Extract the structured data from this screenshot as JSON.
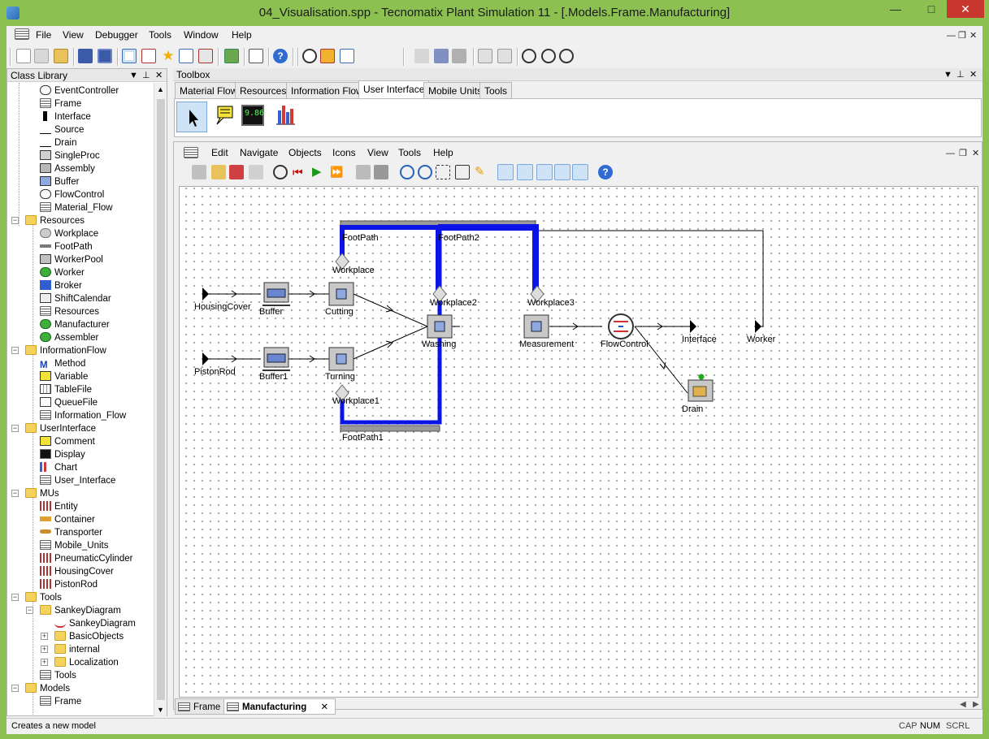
{
  "window": {
    "title": "04_Visualisation.spp - Tecnomatix Plant Simulation 11 - [.Models.Frame.Manufacturing]"
  },
  "menu": [
    "File",
    "View",
    "Debugger",
    "Tools",
    "Window",
    "Help"
  ],
  "class_library": {
    "header": "Class Library",
    "items": [
      {
        "label": "EventController",
        "level": 2,
        "icon": "event-controller-icon"
      },
      {
        "label": "Frame",
        "level": 2,
        "icon": "frame-icon"
      },
      {
        "label": "Interface",
        "level": 2,
        "icon": "interface-icon"
      },
      {
        "label": "Source",
        "level": 2,
        "icon": "source-icon"
      },
      {
        "label": "Drain",
        "level": 2,
        "icon": "drain-icon"
      },
      {
        "label": "SingleProc",
        "level": 2,
        "icon": "singleproc-icon"
      },
      {
        "label": "Assembly",
        "level": 2,
        "icon": "assembly-icon"
      },
      {
        "label": "Buffer",
        "level": 2,
        "icon": "buffer-icon"
      },
      {
        "label": "FlowControl",
        "level": 2,
        "icon": "flowcontrol-icon"
      },
      {
        "label": "Material_Flow",
        "level": 2,
        "icon": "frame-icon"
      },
      {
        "label": "Resources",
        "level": 1,
        "icon": "folder-icon",
        "expander": "−"
      },
      {
        "label": "Workplace",
        "level": 2,
        "icon": "workplace-icon"
      },
      {
        "label": "FootPath",
        "level": 2,
        "icon": "footpath-icon"
      },
      {
        "label": "WorkerPool",
        "level": 2,
        "icon": "workerpool-icon"
      },
      {
        "label": "Worker",
        "level": 2,
        "icon": "worker-icon"
      },
      {
        "label": "Broker",
        "level": 2,
        "icon": "broker-icon"
      },
      {
        "label": "ShiftCalendar",
        "level": 2,
        "icon": "shiftcalendar-icon"
      },
      {
        "label": "Resources",
        "level": 2,
        "icon": "frame-icon"
      },
      {
        "label": "Manufacturer",
        "level": 2,
        "icon": "worker-icon"
      },
      {
        "label": "Assembler",
        "level": 2,
        "icon": "worker-icon"
      },
      {
        "label": "InformationFlow",
        "level": 1,
        "icon": "folder-icon",
        "expander": "−"
      },
      {
        "label": "Method",
        "level": 2,
        "icon": "method-icon"
      },
      {
        "label": "Variable",
        "level": 2,
        "icon": "variable-icon"
      },
      {
        "label": "TableFile",
        "level": 2,
        "icon": "tablefile-icon"
      },
      {
        "label": "QueueFile",
        "level": 2,
        "icon": "queuefile-icon"
      },
      {
        "label": "Information_Flow",
        "level": 2,
        "icon": "frame-icon"
      },
      {
        "label": "UserInterface",
        "level": 1,
        "icon": "folder-icon",
        "expander": "−"
      },
      {
        "label": "Comment",
        "level": 2,
        "icon": "comment-icon"
      },
      {
        "label": "Display",
        "level": 2,
        "icon": "display-icon"
      },
      {
        "label": "Chart",
        "level": 2,
        "icon": "chart-icon"
      },
      {
        "label": "User_Interface",
        "level": 2,
        "icon": "frame-icon"
      },
      {
        "label": "MUs",
        "level": 1,
        "icon": "folder-icon",
        "expander": "−"
      },
      {
        "label": "Entity",
        "level": 2,
        "icon": "entity-icon"
      },
      {
        "label": "Container",
        "level": 2,
        "icon": "container-icon"
      },
      {
        "label": "Transporter",
        "level": 2,
        "icon": "transporter-icon"
      },
      {
        "label": "Mobile_Units",
        "level": 2,
        "icon": "frame-icon"
      },
      {
        "label": "PneumaticCylinder",
        "level": 2,
        "icon": "entity-icon"
      },
      {
        "label": "HousingCover",
        "level": 2,
        "icon": "entity-icon"
      },
      {
        "label": "PistonRod",
        "level": 2,
        "icon": "entity-icon"
      },
      {
        "label": "Tools",
        "level": 1,
        "icon": "folder-icon",
        "expander": "−"
      },
      {
        "label": "SankeyDiagram",
        "level": 2,
        "icon": "folder-icon",
        "expander": "−"
      },
      {
        "label": "SankeyDiagram",
        "level": 3,
        "icon": "sankey-icon"
      },
      {
        "label": "BasicObjects",
        "level": 3,
        "icon": "folder-icon",
        "expander": "+"
      },
      {
        "label": "internal",
        "level": 3,
        "icon": "folder-icon",
        "expander": "+"
      },
      {
        "label": "Localization",
        "level": 3,
        "icon": "folder-icon",
        "expander": "+"
      },
      {
        "label": "Tools",
        "level": 2,
        "icon": "frame-icon"
      },
      {
        "label": "Models",
        "level": 1,
        "icon": "folder-icon",
        "expander": "−"
      },
      {
        "label": "Frame",
        "level": 2,
        "icon": "frame-icon"
      }
    ]
  },
  "toolbox": {
    "header": "Toolbox",
    "tabs": [
      "Material Flow",
      "Resources",
      "Information Flow",
      "User Interface",
      "Mobile Units",
      "Tools"
    ],
    "active_tab": "User Interface",
    "tools": [
      "pointer-icon",
      "comment-icon",
      "display-icon",
      "chart-icon"
    ],
    "display_text": "9.86"
  },
  "model_window": {
    "menu": [
      "Edit",
      "Navigate",
      "Objects",
      "Icons",
      "View",
      "Tools",
      "Help"
    ]
  },
  "model": {
    "labels": {
      "housingcover": "HousingCover",
      "pistonrod": "PistonRod",
      "buffer": "Buffer",
      "buffer1": "Buffer1",
      "cutting": "Cutting",
      "turning": "Turning",
      "washing": "Washing",
      "measurement": "Measurement",
      "flowcontrol": "FlowControl",
      "interface": "Interface",
      "worker": "Worker",
      "drain": "Drain",
      "footpath": "FootPath",
      "footpath1": "FootPath1",
      "footpath2": "FootPath2",
      "workplace": "Workplace",
      "workplace1": "Workplace1",
      "workplace2": "Workplace2",
      "workplace3": "Workplace3"
    },
    "path_color": "#0a14e6"
  },
  "bottom_tabs": [
    {
      "label": "Frame",
      "active": false
    },
    {
      "label": "Manufacturing",
      "active": true
    }
  ],
  "status": {
    "message": "Creates a new model",
    "indicators": [
      "CAP",
      "NUM",
      "SCRL"
    ]
  }
}
